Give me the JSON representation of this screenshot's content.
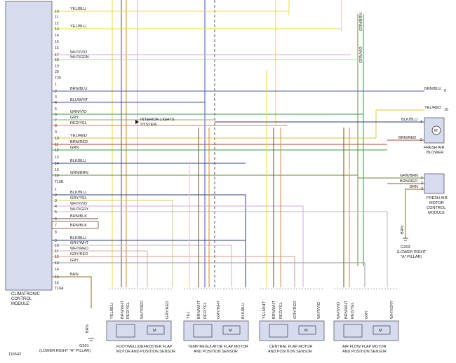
{
  "module": {
    "name_lines": [
      "CLIMATRONIC",
      "CONTROL",
      "MODULE"
    ],
    "connectors": [
      "T20",
      "T16B",
      "T16A"
    ]
  },
  "t20_pins": [
    "10",
    "11",
    "12",
    "13",
    "14",
    "15",
    "16",
    "17",
    "18",
    "19",
    "20"
  ],
  "t20_wires": [
    {
      "pin": "10",
      "label": "YEL/BLU",
      "color": "#e8d84a"
    },
    {
      "pin": "13",
      "label": "YEL/BLU",
      "color": "#e8d84a"
    },
    {
      "pin": "17",
      "label": "WHT/VIO",
      "color": "#d7a6dc"
    },
    {
      "pin": "18",
      "label": "WHT/GRN",
      "color": "#a9d8a5"
    }
  ],
  "t16b_pins": [
    "1",
    "2",
    "3",
    "4",
    "5",
    "6",
    "7",
    "8",
    "9",
    "10",
    "11",
    "12",
    "13",
    "14",
    "15",
    "16"
  ],
  "t16b_wires": [
    {
      "pin": "2",
      "label": "BRN/BLU",
      "color": "#4c5aa8"
    },
    {
      "pin": "4",
      "label": "BLU/WHT",
      "color": "#3f4fb8"
    },
    {
      "pin": "6",
      "label": "GRN/VIO",
      "color": "#2f9a3f"
    },
    {
      "pin": "7",
      "label": "GRY",
      "color": "#9a9a9a"
    },
    {
      "pin": "8",
      "label": "RED/YEL",
      "color": "#d8873a"
    },
    {
      "pin": "10",
      "label": "YEL/RED",
      "color": "#e0c23a"
    },
    {
      "pin": "11",
      "label": "BRN/RED",
      "color": "#b4462c"
    },
    {
      "pin": "12",
      "label": "GRN",
      "color": "#2ca33a"
    },
    {
      "pin": "14",
      "label": "BLK/BLU",
      "color": "#2b3b7e"
    },
    {
      "pin": "16",
      "label": "GRN/BRN",
      "color": "#5f8a35"
    }
  ],
  "t16a_pins": [
    "1",
    "2",
    "3",
    "4",
    "5",
    "6",
    "7",
    "8",
    "9",
    "10",
    "11",
    "12",
    "13",
    "14",
    "15",
    "16"
  ],
  "t16a_wires": [
    {
      "pin": "2",
      "label": "BLK/BLU",
      "color": "#2b3b7e"
    },
    {
      "pin": "3",
      "label": "GRY/YEL",
      "color": "#cfc870"
    },
    {
      "pin": "4",
      "label": "WHT/VIO",
      "color": "#d7a6dc"
    },
    {
      "pin": "5",
      "label": "WHT/GRY",
      "color": "#bdbdbd"
    },
    {
      "pin": "6",
      "label": "BRN/BLK",
      "color": "#6a4a2a"
    },
    {
      "pin": "7",
      "label": "BRN/BLK",
      "color": "#6a4a2a"
    },
    {
      "pin": "9",
      "label": "BLK/BLU",
      "color": "#2b3b7e"
    },
    {
      "pin": "10",
      "label": "GRY/WHT",
      "color": "#bdbdbd"
    },
    {
      "pin": "11",
      "label": "WHT/RED",
      "color": "#e3a8a0"
    },
    {
      "pin": "12",
      "label": "GRY/RED",
      "color": "#d79a8a"
    },
    {
      "pin": "13",
      "label": "GRY",
      "color": "#9a9a9a"
    },
    {
      "pin": "15",
      "label": "BRN",
      "color": "#8a6a2a"
    }
  ],
  "interior_lights": [
    "INTERIOR LIGHTS",
    "SYSTEM"
  ],
  "right_wires": [
    {
      "label": "BRN/BLU",
      "pin": "9"
    },
    {
      "label": "YEL/RED",
      "pin": "10"
    },
    {
      "label": "BLK/BLU",
      "pin": "1"
    },
    {
      "label": "BRN/RED",
      "pin": "2"
    },
    {
      "label": "GRN/BRN",
      "pin": "1"
    },
    {
      "label": "BRN/RED",
      "pin": "2"
    },
    {
      "label": "BRN",
      "pin": "3"
    }
  ],
  "fresh_air_blower": [
    "FRESH AIR",
    "BLOWER"
  ],
  "fresh_air_motor": [
    "FRESH AIR",
    "MOTOR",
    "CONTROL",
    "MODULE"
  ],
  "ground_right": {
    "wire": "BRN",
    "lines": [
      "G203",
      "(LOWER RIGHT",
      "\"A\" PILLAR)"
    ]
  },
  "ground_left": {
    "wire": "BRN",
    "lines": [
      "G201",
      "(LOWER RIGHT \"A\" PILLAR)"
    ]
  },
  "motors": [
    {
      "caption": [
        "FOOTWELL/DEFROSTER FLAP",
        "MOTOR AND POSITION SENSOR"
      ],
      "wires": [
        "YEL/BLU",
        "BRN/WHT",
        "RED/YEL",
        "WHT/RED",
        "GRY/RED"
      ]
    },
    {
      "caption": [
        "TEMP REGULATOR FLAP MOTOR",
        "AND POSITION SENSOR"
      ],
      "wires": [
        "YEL",
        "BRN/WHT",
        "RED/YEL",
        "GRY/WHT",
        "BLK/BLU"
      ]
    },
    {
      "caption": [
        "CENTRAL FLAP MOTOR",
        "AND POSITION SENSOR"
      ],
      "wires": [
        "YEL/WHT",
        "BRN/WHT",
        "RED/YEL",
        "GRY/RED",
        "WHT/VIO"
      ]
    },
    {
      "caption": [
        "AIR FLOW FLAP MOTOR",
        "AND POSITION SENSOR"
      ],
      "wires": [
        "WHT/VIO",
        "BRN/WHT",
        "RED/YEL",
        "GRY",
        "WHT/GRY"
      ]
    }
  ],
  "motor_symbol": "M",
  "diagram_id": "116542"
}
